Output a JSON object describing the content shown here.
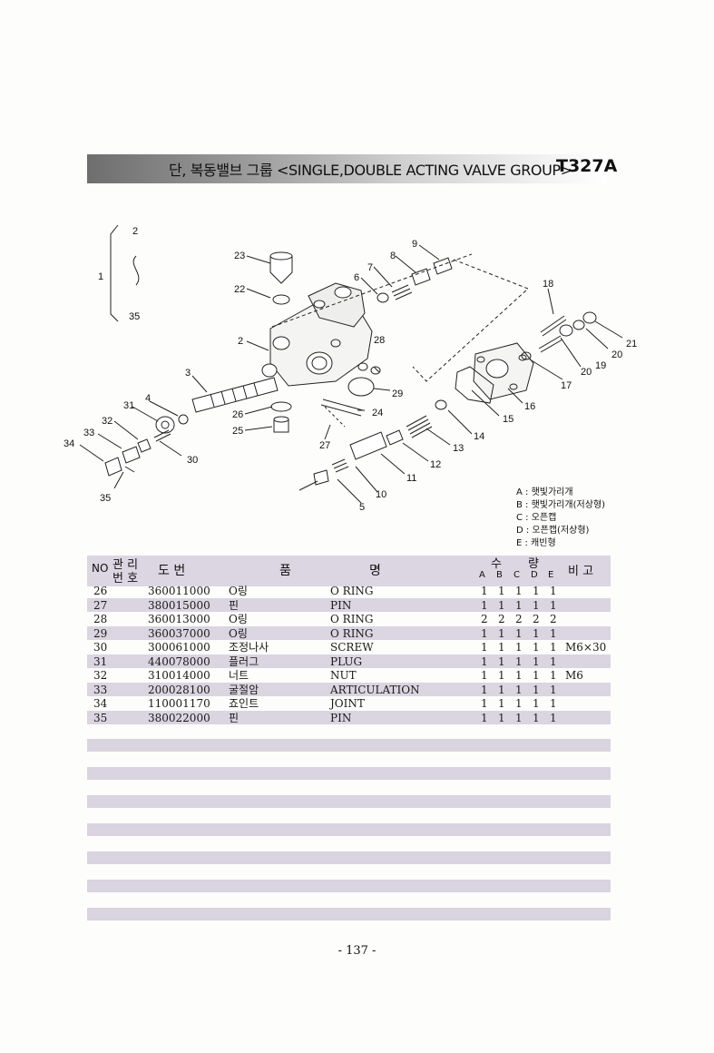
{
  "header": {
    "title": "단, 복동밸브 그룹 <SINGLE,DOUBLE ACTING VALVE GROUP>",
    "code": "T327A"
  },
  "diagram": {
    "callouts": [
      "1",
      "2",
      "35",
      "2",
      "3",
      "4",
      "5",
      "6",
      "7",
      "8",
      "9",
      "10",
      "11",
      "12",
      "13",
      "14",
      "15",
      "16",
      "17",
      "18",
      "19",
      "20",
      "20",
      "21",
      "22",
      "23",
      "24",
      "25",
      "26",
      "27",
      "28",
      "29",
      "30",
      "31",
      "32",
      "33",
      "34",
      "35"
    ]
  },
  "legend": [
    "A : 햇빛가리개",
    "B : 햇빛가리개(저상형)",
    "C : 오픈캡",
    "D : 오픈캡(저상형)",
    "E : 캐빈형"
  ],
  "table": {
    "col_no": "NO",
    "col_mgmt": "관리번호",
    "col_mgmt_top": "관 리",
    "col_mgmt_bottom": "번 호",
    "col_drawing": "도  번",
    "col_name_left": "품",
    "col_name_right": "명",
    "col_qty_top_left": "수",
    "col_qty_top_right": "량",
    "col_qty_letters": [
      "A",
      "B",
      "C",
      "D",
      "E"
    ],
    "col_remark": "비  고",
    "rows": [
      {
        "no": "26",
        "part": "360011000",
        "kor": "O링",
        "eng": "O RING",
        "qty": [
          "1",
          "1",
          "1",
          "1",
          "1"
        ],
        "remark": ""
      },
      {
        "no": "27",
        "part": "380015000",
        "kor": "핀",
        "eng": "PIN",
        "qty": [
          "1",
          "1",
          "1",
          "1",
          "1"
        ],
        "remark": ""
      },
      {
        "no": "28",
        "part": "360013000",
        "kor": "O링",
        "eng": "O RING",
        "qty": [
          "2",
          "2",
          "2",
          "2",
          "2"
        ],
        "remark": ""
      },
      {
        "no": "29",
        "part": "360037000",
        "kor": "O링",
        "eng": "O RING",
        "qty": [
          "1",
          "1",
          "1",
          "1",
          "1"
        ],
        "remark": ""
      },
      {
        "no": "30",
        "part": "300061000",
        "kor": "조정나사",
        "eng": "SCREW",
        "qty": [
          "1",
          "1",
          "1",
          "1",
          "1"
        ],
        "remark": "M6×30"
      },
      {
        "no": "31",
        "part": "440078000",
        "kor": "플러그",
        "eng": "PLUG",
        "qty": [
          "1",
          "1",
          "1",
          "1",
          "1"
        ],
        "remark": ""
      },
      {
        "no": "32",
        "part": "310014000",
        "kor": "너트",
        "eng": "NUT",
        "qty": [
          "1",
          "1",
          "1",
          "1",
          "1"
        ],
        "remark": "M6"
      },
      {
        "no": "33",
        "part": "200028100",
        "kor": "굴절암",
        "eng": "ARTICULATION",
        "qty": [
          "1",
          "1",
          "1",
          "1",
          "1"
        ],
        "remark": ""
      },
      {
        "no": "34",
        "part": "110001170",
        "kor": "죠인트",
        "eng": "JOINT",
        "qty": [
          "1",
          "1",
          "1",
          "1",
          "1"
        ],
        "remark": ""
      },
      {
        "no": "35",
        "part": "380022000",
        "kor": "핀",
        "eng": "PIN",
        "qty": [
          "1",
          "1",
          "1",
          "1",
          "1"
        ],
        "remark": ""
      }
    ]
  },
  "footer": {
    "page": "- 137 -"
  }
}
